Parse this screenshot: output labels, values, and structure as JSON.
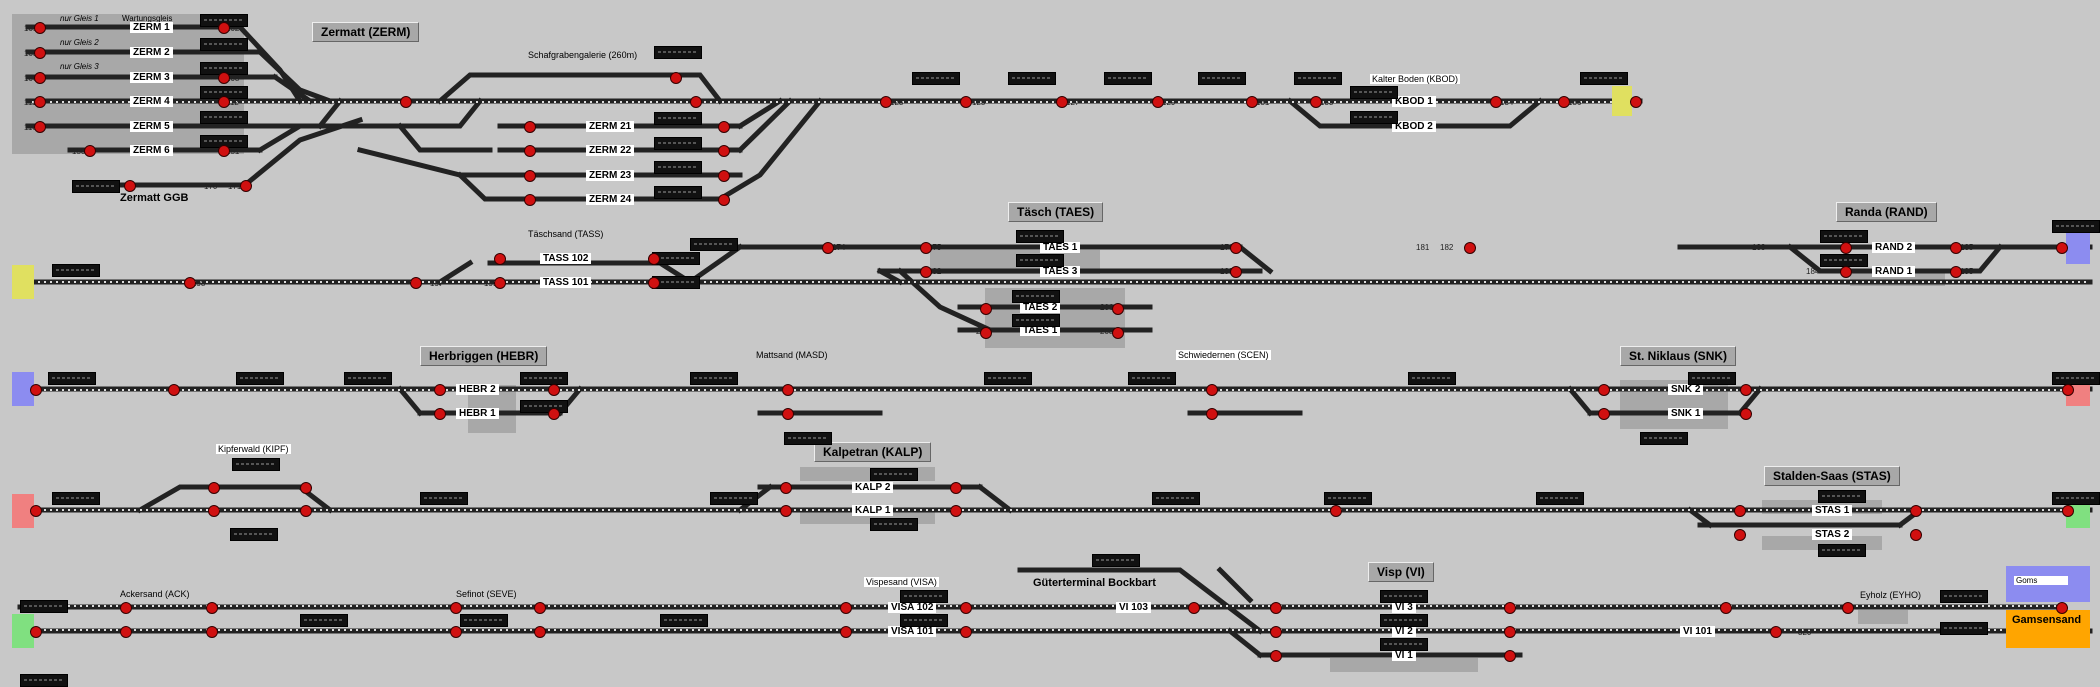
{
  "station_titles": {
    "zermatt": "Zermatt (ZERM)",
    "taesch": "Täsch (TAES)",
    "randa": "Randa (RAND)",
    "herbriggen": "Herbriggen (HEBR)",
    "stniklaus": "St. Niklaus (SNK)",
    "kalpetran": "Kalpetran (KALP)",
    "stalden": "Stalden-Saas (STAS)",
    "visp": "Visp (VI)"
  },
  "labels": {
    "nur_gleis_1": "nur Gleis 1",
    "nur_gleis_2": "nur Gleis 2",
    "nur_gleis_3": "nur Gleis 3",
    "wartungsgleis": "Wartungsgleis",
    "schafgraben": "Schafgrabengalerie (260m)",
    "kalter_boden": "Kalter Boden (KBOD)",
    "zermatt_ggb": "Zermatt GGB",
    "taeschsand": "Täschsand (TASS)",
    "mattsand": "Mattsand (MASD)",
    "schwiedernen": "Schwiedernen (SCEN)",
    "kipferwald": "Kipferwald (KIPF)",
    "ackersand": "Ackersand (ACK)",
    "sefinot": "Sefinot (SEVE)",
    "vispesand": "Vispesand (VISA)",
    "gueterterminal": "Güterterminal Bockbart",
    "eyholz": "Eyholz (EYHO)",
    "goms": "Goms",
    "gamsensand": "Gamsensand"
  },
  "tracks": {
    "zerm1": "ZERM 1",
    "zerm2": "ZERM 2",
    "zerm3": "ZERM 3",
    "zerm4": "ZERM 4",
    "zerm5": "ZERM 5",
    "zerm6": "ZERM 6",
    "zerm21": "ZERM 21",
    "zerm22": "ZERM 22",
    "zerm23": "ZERM 23",
    "zerm24": "ZERM 24",
    "kbod1": "KBOD 1",
    "kbod2": "KBOD 2",
    "tass102": "TASS 102",
    "tass101": "TASS 101",
    "taes1": "TAES 1",
    "taes3": "TAES 3",
    "taes2": "TAES 2",
    "taes1b": "TAES 1",
    "rand2": "RAND 2",
    "rand1": "RAND 1",
    "hebr2": "HEBR 2",
    "hebr1": "HEBR 1",
    "snk2": "SNK 2",
    "snk1": "SNK 1",
    "kalp2": "KALP 2",
    "kalp1": "KALP 1",
    "stas1": "STAS 1",
    "stas2": "STAS 2",
    "visa102": "VISA 102",
    "visa101": "VISA 101",
    "vi103": "VI 103",
    "vi3": "VI 3",
    "vi2": "VI 2",
    "vi1": "VI 1",
    "vi101": "VI 101"
  },
  "block_numbers": {
    "z101": "101",
    "z102": "102",
    "z105": "105",
    "z106": "106",
    "z108": "108",
    "z111": "111",
    "z112": "112",
    "z116": "116",
    "z150": "150",
    "z151": "151",
    "z170": "170",
    "z171": "171",
    "s123": "123",
    "s125": "125",
    "s127": "127",
    "s129": "129",
    "s131": "131",
    "s133": "133",
    "s134": "134",
    "s136": "136",
    "t198": "198",
    "t197": "197",
    "t199": "199",
    "t174": "174",
    "t175": "175",
    "t176": "176",
    "t192": "192",
    "t193": "193",
    "t206": "206",
    "t208": "208",
    "t207": "207",
    "t181": "181",
    "t182": "182",
    "t183": "183",
    "t184": "184",
    "t185": "185",
    "t195": "195",
    "vi320": "320"
  },
  "colors": {
    "background": "#c8c8c8",
    "track": "#222222",
    "signal_red": "#d01010",
    "signal_green": "#1a7a1a",
    "end_yellow": "#e0e060",
    "end_blue": "#8c8cf0",
    "end_red": "#f08080",
    "end_green": "#80e080",
    "end_orange": "#ffa500"
  }
}
